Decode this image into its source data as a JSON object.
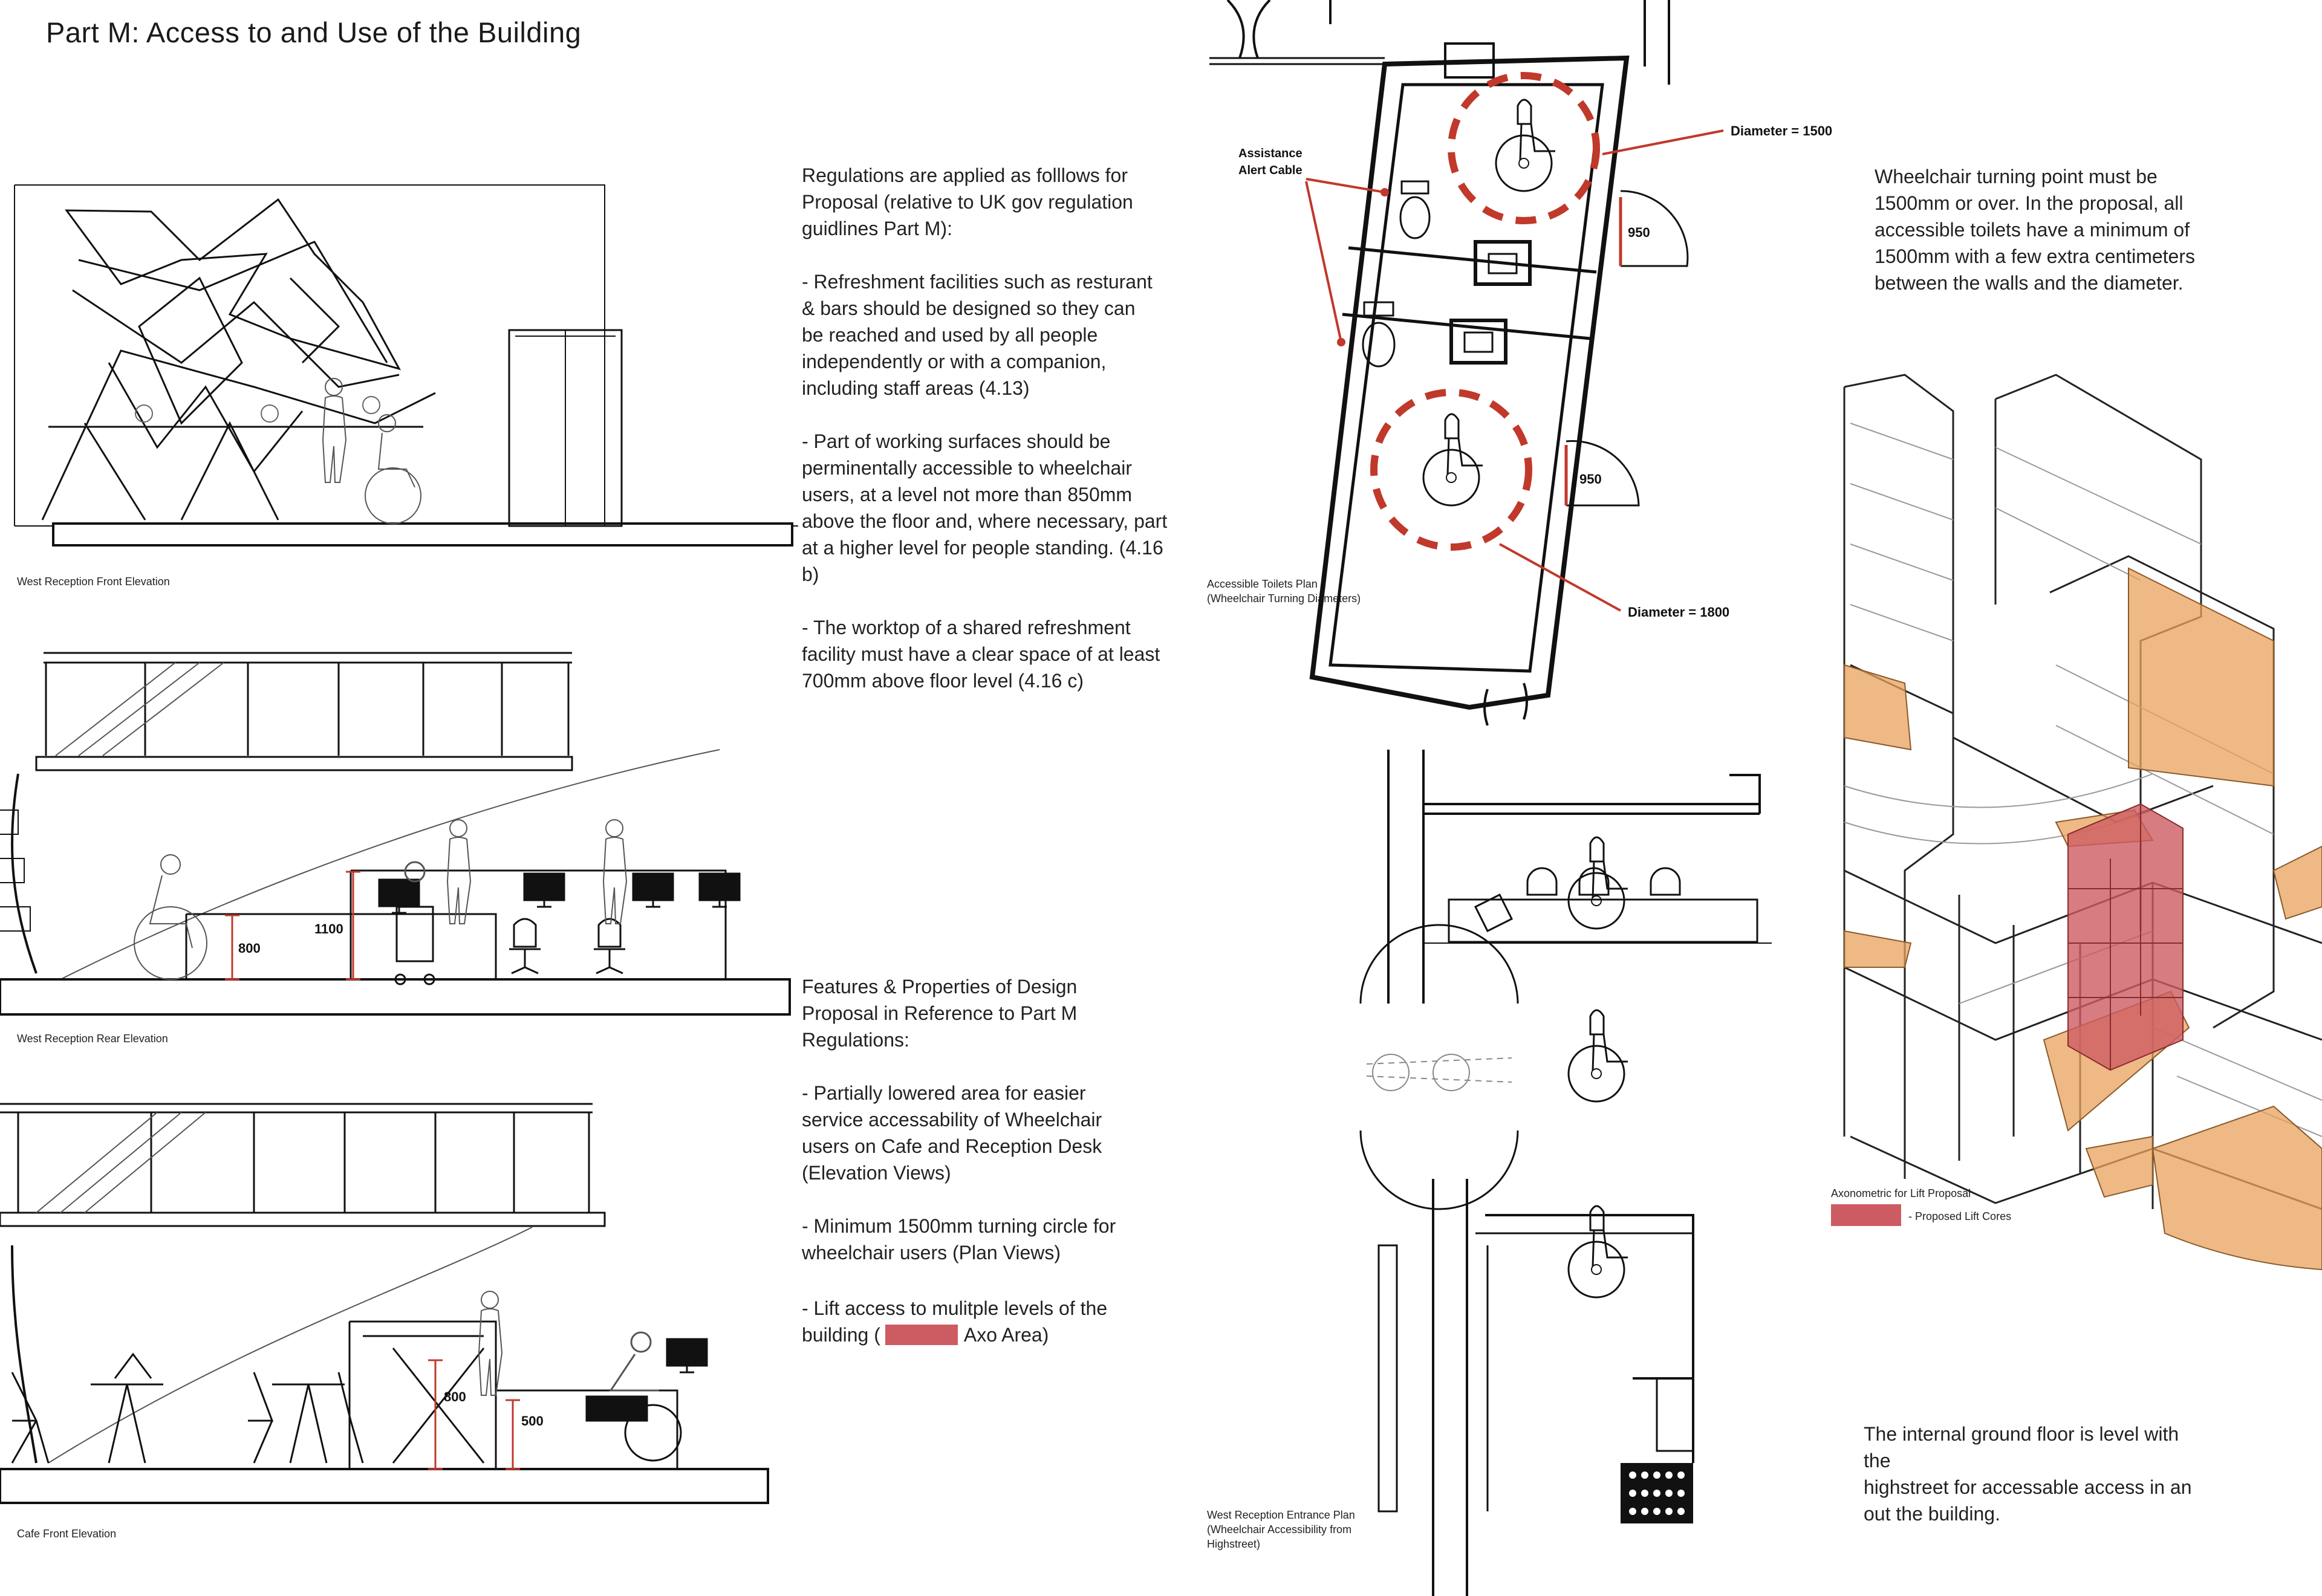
{
  "page": {
    "title": "Part M: Access to and Use of the Building"
  },
  "regulations": {
    "text": "Regulations are applied as folllows for\nProposal (relative to UK gov regulation\nguidlines Part M):\n\n- Refreshment facilities such as resturant\n& bars should be designed so they can\nbe reached and used by all people\nindependently or with a companion,\nincluding staff areas (4.13)\n\n- Part of working surfaces should be\nperminentally accessible to wheelchair\nusers, at a level not more than 850mm\nabove the floor and, where necessary, part\nat a higher level for people standing. (4.16\nb)\n\n- The worktop of a shared refreshment\nfacility must have a clear space of at least\n700mm above floor level (4.16 c)"
  },
  "features": {
    "text": "Features & Properties of Design\nProposal in Reference to Part M\nRegulations:\n\n- Partially lowered area for easier\nservice accessability of Wheelchair\nusers on Cafe and Reception Desk\n(Elevation Views)\n\n- Minimum 1500mm turning circle for\nwheelchair users (Plan Views)",
    "lift_prefix": "- Lift access to mulitple levels of the\nbuilding (",
    "lift_suffix": "Axo Area)"
  },
  "turning_note": "Wheelchair turning point must be\n1500mm or over. In the proposal, all\naccessible toilets have a minimum of\n1500mm with a few extra centimeters\nbetween the walls and the diameter.",
  "ground_note": "The internal ground floor is level with the\nhighstreet for accessable access in an\nout the building.",
  "drawings": {
    "west_front": {
      "caption": "West Reception Front Elevation"
    },
    "west_rear": {
      "caption": "West Reception Rear Elevation",
      "dim_a": "800",
      "dim_b": "1100"
    },
    "cafe_front": {
      "caption": "Cafe Front Elevation",
      "dim_a": "800",
      "dim_b": "500"
    },
    "toilets": {
      "caption": "Accessible Toilets Plan\n(Wheelchair Turning Diameters)",
      "cable_label": "Assistance\nAlert Cable",
      "diameter_top": "Diameter = 1500",
      "diameter_bottom": "Diameter = 1800",
      "door_top": "950",
      "door_bottom": "950"
    },
    "entrance_plan": {
      "caption": "West Reception Entrance Plan\n(Wheelchair Accessibility from\nHighstreet)"
    },
    "axo": {
      "caption": "Axonometric for Lift Proposal",
      "legend": "- Proposed Lift Cores"
    }
  },
  "colors": {
    "accent_red": "#c0392b",
    "lift_red": "#cd5c62",
    "stair_orange": "#e8a25c",
    "line": "#111111"
  }
}
